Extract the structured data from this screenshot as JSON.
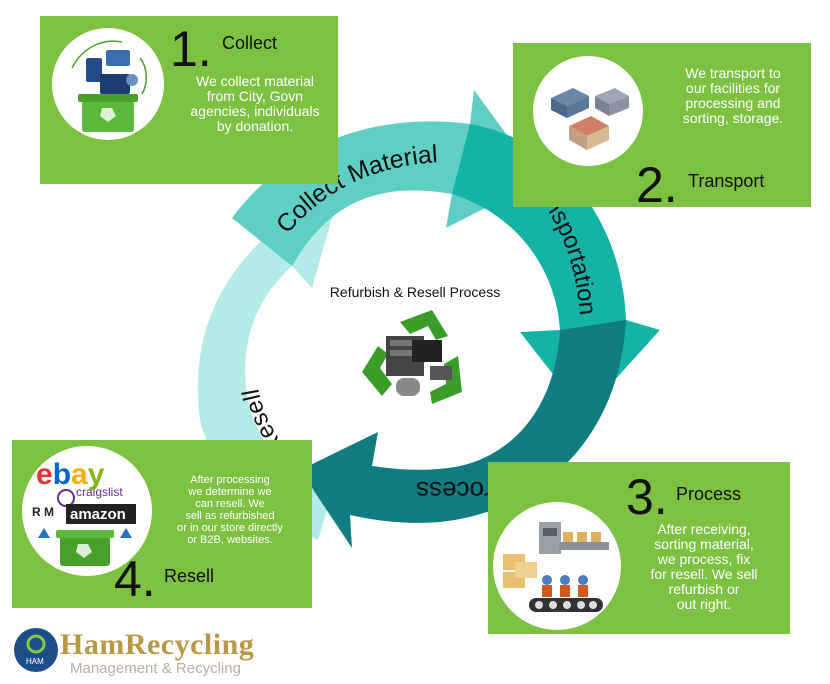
{
  "steps": [
    {
      "number": "1.",
      "title": "Collect",
      "desc": [
        "We collect material",
        "from City, Govn",
        "agencies, individuals",
        "by donation."
      ]
    },
    {
      "number": "2.",
      "title": "Transport",
      "desc": [
        "We transport to",
        "our facilities for",
        "processing and",
        "sorting, storage."
      ]
    },
    {
      "number": "3.",
      "title": "Process",
      "desc": [
        "After receiving,",
        "sorting material,",
        "we process, fix",
        "for resell. We sell",
        "refurbish or",
        "out right."
      ]
    },
    {
      "number": "4.",
      "title": "Resell",
      "desc": [
        "After processing",
        "we determine we",
        "can resell. We",
        "sell as refurbished",
        "or in our store directly",
        "or B2B, websites."
      ]
    }
  ],
  "cycle": {
    "arrows": [
      "Collect Material",
      "Transportation",
      "Process",
      "Resell"
    ],
    "center_label": "Refurbish & Resell Process",
    "colors": {
      "collect": "#5fcfc4",
      "transport": "#14b3a6",
      "process": "#127d80",
      "resell": "#b5ebe6"
    }
  },
  "resell_brands": {
    "ebay": "ebay",
    "craigslist": "craigslist",
    "amazon": "amazon",
    "rm": "R M"
  },
  "logo": {
    "badge": "HAM",
    "name": "HamRecycling",
    "subtitle": "Management & Recycling"
  },
  "palette": {
    "box_green": "#7dc142",
    "text_dark": "#111111"
  },
  "icons": [
    "electronics-recycle-bin-icon",
    "warehouse-icon",
    "factory-conveyor-icon",
    "recycle-bin-icon",
    "computer-recycle-icon",
    "ham-logo-icon"
  ]
}
